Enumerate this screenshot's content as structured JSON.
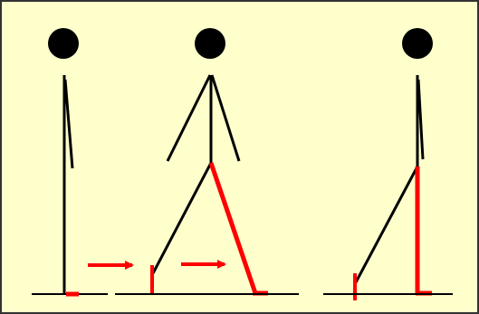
{
  "colors": {
    "background": "#ffffcc",
    "border": "#333333",
    "figure": "#000000",
    "highlight": "#ff0000"
  },
  "figures": [
    {
      "id": "standing",
      "pose": "standing-straight"
    },
    {
      "id": "mid-step",
      "pose": "walking-mid-stride"
    },
    {
      "id": "end-step",
      "pose": "walking-end-stride"
    }
  ],
  "arrows": [
    {
      "direction": "right"
    },
    {
      "direction": "right"
    }
  ],
  "icons": {
    "head": "head-circle",
    "arrow": "right-arrow-icon"
  }
}
